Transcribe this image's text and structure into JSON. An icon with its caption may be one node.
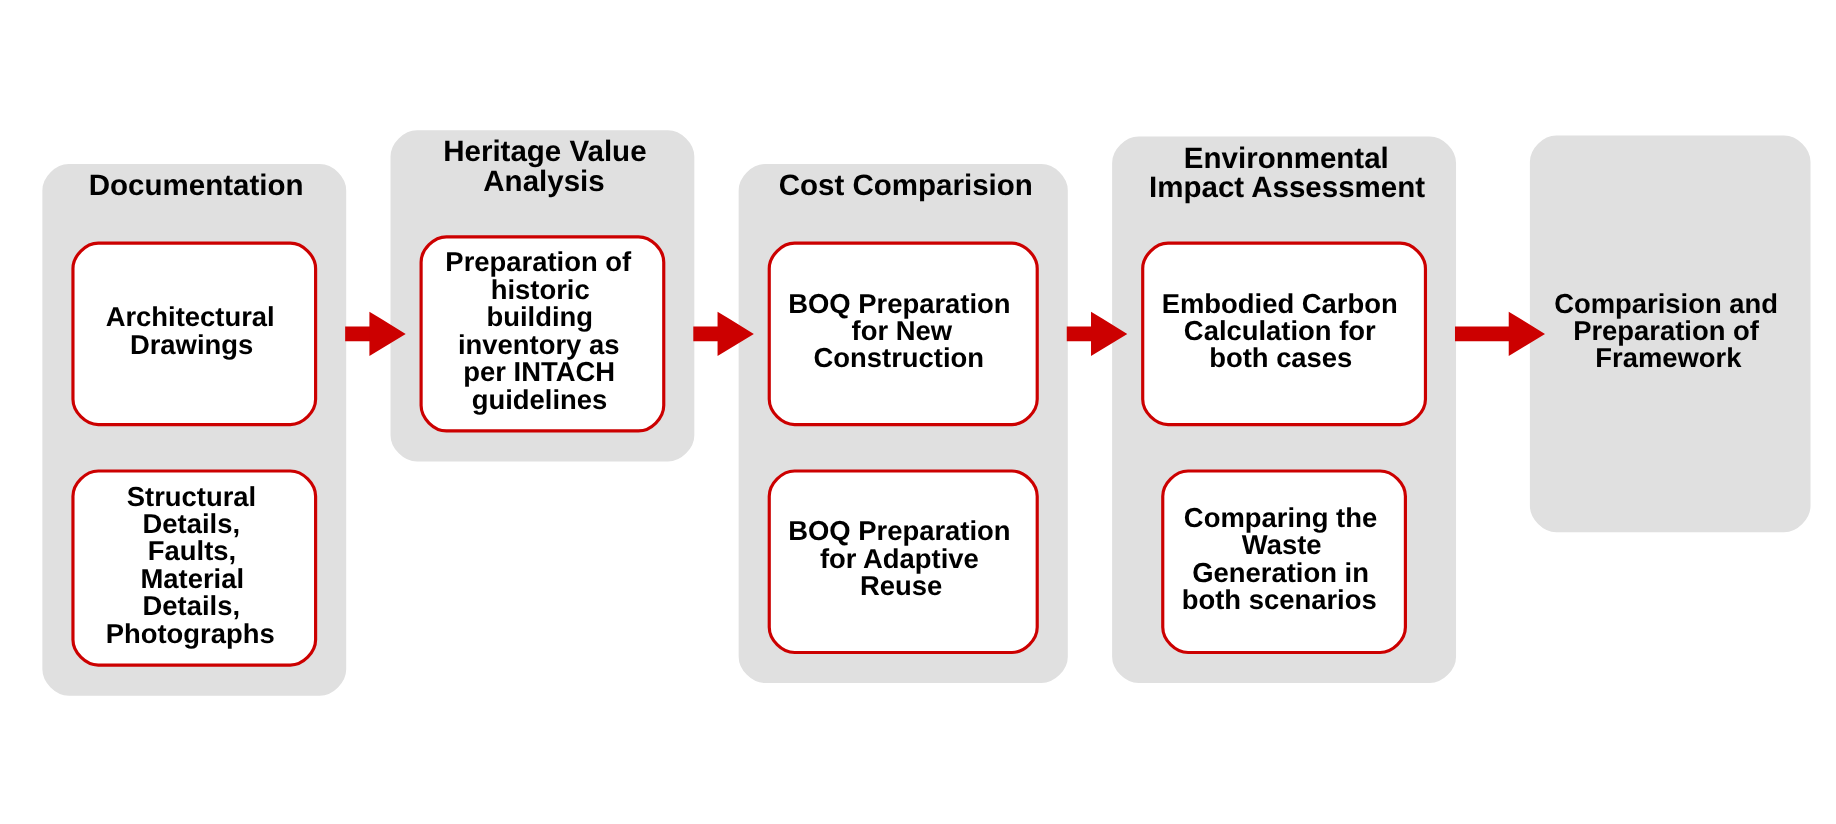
{
  "diagram": {
    "nodes": [
      {
        "text": [
          "Documentation"
        ]
      },
      {
        "text": [
          "Architectural Drawings"
        ],
        "in": 0
      },
      {
        "text": [
          "Structural Details, Faults, Material Details, Photographs"
        ],
        "in": 0
      },
      {
        "text": [
          "Heritage Value Analysis"
        ]
      },
      {
        "text": [
          "Preparation of historic building inventory as per INTACH guidelines"
        ],
        "in": 3
      },
      {
        "text": [
          "Cost Comparision"
        ]
      },
      {
        "text": [
          "BOQ Preparation for New Construction"
        ],
        "in": 5
      },
      {
        "text": [
          "BOQ Preparation for Adaptive Reuse"
        ],
        "in": 5
      },
      {
        "text": [
          "Environmental Impact Assessment"
        ]
      },
      {
        "text": [
          "Embodied Carbon Calculation for both cases"
        ],
        "in": 8
      },
      {
        "text": [
          "Comparing the Waste Generation in both scenarios"
        ],
        "in": 8
      },
      {
        "text": [
          "Comparision and Preparation of Framework"
        ]
      }
    ],
    "edges": [
      {
        "from": 0,
        "to": 3,
        "arrow": "to"
      },
      {
        "from": 3,
        "to": 5,
        "arrow": "to"
      },
      {
        "from": 5,
        "to": 8,
        "arrow": "to"
      },
      {
        "from": 8,
        "to": 11,
        "arrow": "to"
      }
    ]
  }
}
